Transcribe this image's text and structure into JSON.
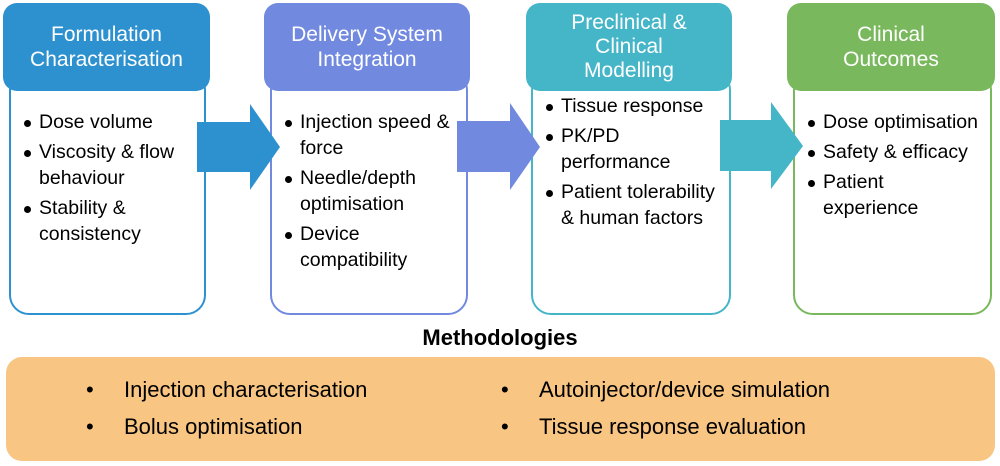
{
  "stages": [
    {
      "title": "Formulation Characterisation",
      "color": "#2e91cf",
      "items": [
        "Dose volume",
        "Viscosity & flow behaviour",
        "Stability & consistency"
      ]
    },
    {
      "title": "Delivery System Integration",
      "color": "#7189df",
      "items": [
        "Injection speed & force",
        "Needle/depth optimisation",
        "Device compatibility"
      ]
    },
    {
      "title": "Preclinical & Clinical Modelling",
      "color": "#45b5c8",
      "items": [
        "Tissue response",
        "PK/PD performance",
        "Patient tolerability & human factors"
      ]
    },
    {
      "title": "Clinical Outcomes",
      "color": "#79b85d",
      "items": [
        "Dose optimisation",
        "Safety & efficacy",
        "Patient experience"
      ]
    }
  ],
  "arrows": [
    {
      "from": "Formulation Characterisation",
      "to": "Delivery System Integration",
      "color": "#2e91cf"
    },
    {
      "from": "Delivery System Integration",
      "to": "Preclinical & Clinical Modelling",
      "color": "#7189df"
    },
    {
      "from": "Preclinical & Clinical Modelling",
      "to": "Clinical Outcomes",
      "color": "#45b5c8"
    }
  ],
  "methodologies": {
    "title": "Methodologies",
    "background": "#f8c582",
    "bullet": "•",
    "items": [
      "Injection characterisation",
      "Bolus optimisation",
      "Autoinjector/device simulation",
      "Tissue response evaluation"
    ]
  }
}
